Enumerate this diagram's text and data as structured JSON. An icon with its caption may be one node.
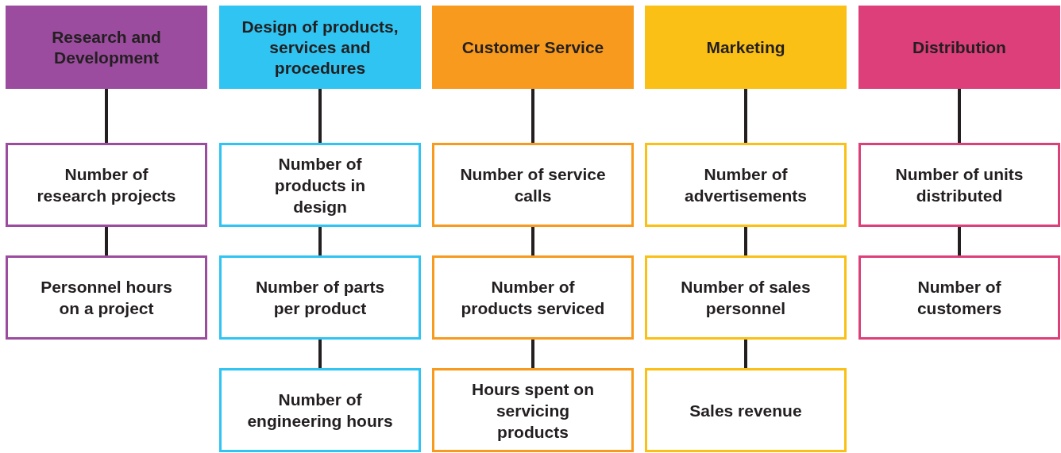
{
  "diagram": {
    "nodes": [
      {
        "text": [
          "Research and Development"
        ]
      },
      {
        "text": [
          "Number of research projects"
        ]
      },
      {
        "text": [
          "Personnel hours on a project"
        ]
      },
      {
        "text": [
          "Design of products, services and procedures"
        ]
      },
      {
        "text": [
          "Number of products in design"
        ]
      },
      {
        "text": [
          "Number of parts per product"
        ]
      },
      {
        "text": [
          "Number of engineering hours"
        ]
      },
      {
        "text": [
          "Customer Service"
        ]
      },
      {
        "text": [
          "Number of service calls"
        ]
      },
      {
        "text": [
          "Number of products serviced"
        ]
      },
      {
        "text": [
          "Hours spent on servicing products"
        ]
      },
      {
        "text": [
          "Marketing"
        ]
      },
      {
        "text": [
          "Number of advertisements"
        ]
      },
      {
        "text": [
          "Number of sales personnel"
        ]
      },
      {
        "text": [
          "Sales revenue"
        ]
      },
      {
        "text": [
          "Distribution"
        ]
      },
      {
        "text": [
          "Number of units distributed"
        ]
      },
      {
        "text": [
          "Number of customers"
        ]
      }
    ],
    "edges": [
      {
        "from": 0,
        "to": 1,
        "arrow": "none"
      },
      {
        "from": 1,
        "to": 2,
        "arrow": "none"
      },
      {
        "from": 3,
        "to": 4,
        "arrow": "none"
      },
      {
        "from": 4,
        "to": 5,
        "arrow": "none"
      },
      {
        "from": 5,
        "to": 6,
        "arrow": "none"
      },
      {
        "from": 7,
        "to": 8,
        "arrow": "none"
      },
      {
        "from": 8,
        "to": 9,
        "arrow": "none"
      },
      {
        "from": 9,
        "to": 10,
        "arrow": "none"
      },
      {
        "from": 11,
        "to": 12,
        "arrow": "none"
      },
      {
        "from": 12,
        "to": 13,
        "arrow": "none"
      },
      {
        "from": 13,
        "to": 14,
        "arrow": "none"
      },
      {
        "from": 15,
        "to": 16,
        "arrow": "none"
      },
      {
        "from": 16,
        "to": 17,
        "arrow": "none"
      }
    ]
  }
}
